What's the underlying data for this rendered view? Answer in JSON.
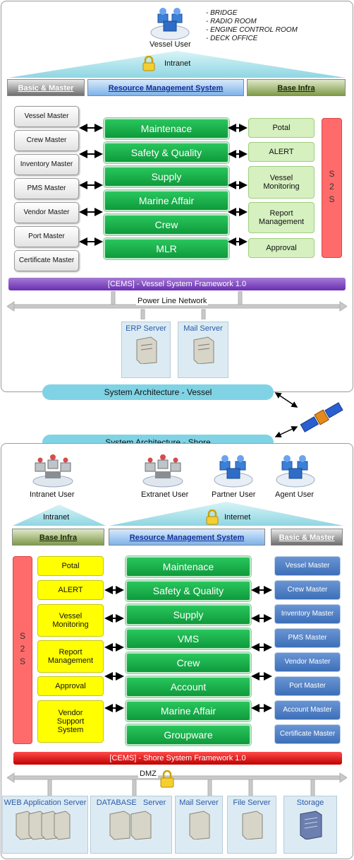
{
  "vessel": {
    "user_label": "Vessel User",
    "locations": [
      "- BRIDGE",
      "- RADIO ROOM",
      "- ENGINE CONTROL ROOM",
      "- DECK OFFICE"
    ],
    "intranet_label": "Intranet",
    "headers": {
      "basic": "Basic & Master",
      "rms": "Resource Management System",
      "infra": "Base Infra"
    },
    "masters": [
      "Vessel Master",
      "Crew Master",
      "Inventory Master",
      "PMS Master",
      "Vendor Master",
      "Port Master",
      "Certificate Master"
    ],
    "modules": [
      "Maintenace",
      "Safety & Quality",
      "Supply",
      "Marine Affair",
      "Crew",
      "MLR"
    ],
    "infra": [
      "Potal",
      "ALERT",
      "Vessel Monitoring",
      "Report Management",
      "Approval"
    ],
    "s2s": "S2S",
    "framework": "[CEMS] - Vessel System Framework 1.0",
    "network": "Power Line Network",
    "servers": [
      "ERP Server",
      "Mail Server"
    ],
    "arch_title": "System Architecture - Vessel"
  },
  "shore": {
    "arch_title": "System Architecture - Shore",
    "users": [
      "Intranet User",
      "Extranet User",
      "Partner User",
      "Agent User"
    ],
    "intranet_label": "Intranet",
    "internet_label": "Internet",
    "headers": {
      "infra": "Base Infra",
      "rms": "Resource Management System",
      "basic": "Basic & Master"
    },
    "s2s": "S2S",
    "infra": [
      "Potal",
      "ALERT",
      "Vessel Monitoring",
      "Report Management",
      "Approval",
      "Vendor Support System"
    ],
    "modules": [
      "Maintenace",
      "Safety & Quality",
      "Supply",
      "VMS",
      "Crew",
      "Account",
      "Marine Affair",
      "Groupware"
    ],
    "masters": [
      "Vessel Master",
      "Crew Master",
      "Inventory Master",
      "PMS Master",
      "Vendor Master",
      "Port Master",
      "Account Master",
      "Certificate Master"
    ],
    "framework": "[CEMS] - Shore System Framework 1.0",
    "network": "DMZ",
    "servers": [
      "WEB Application Server",
      "DATABASE   Server",
      "Mail Server",
      "File Server",
      "Storage"
    ]
  },
  "colors": {
    "module_green": "#16a847",
    "vessel_framework": "#7b2fbf",
    "shore_framework": "#d60000",
    "s2s_red": "#ff6b6b",
    "infra_yellow": "#ffff00",
    "master_blue": "#4a7cc2"
  }
}
